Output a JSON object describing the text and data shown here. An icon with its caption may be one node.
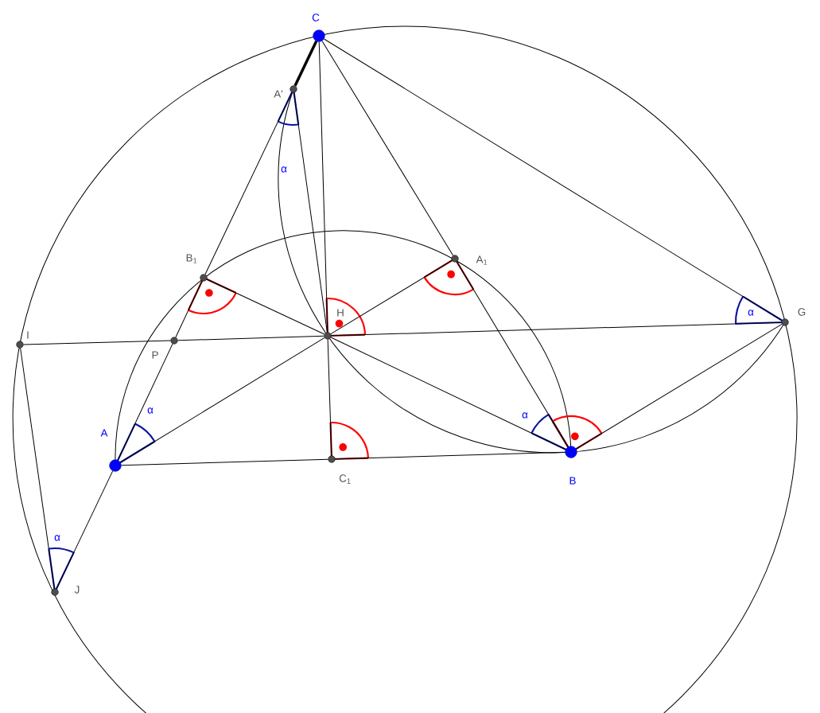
{
  "diagram": {
    "nodes": [
      {
        "text": [],
        "shape": "circle",
        "beside": [
          "C"
        ]
      },
      {
        "text": [],
        "shape": "circle",
        "beside": [
          "A'"
        ]
      },
      {
        "text": [],
        "shape": "circle",
        "beside": [
          "A$_{1}$"
        ]
      },
      {
        "text": [],
        "shape": "circle",
        "beside": [
          "B$_{1}$"
        ]
      },
      {
        "text": [],
        "shape": "circle",
        "beside": [
          "G"
        ]
      },
      {
        "text": [],
        "shape": "circle",
        "beside": [
          "H"
        ]
      },
      {
        "text": [],
        "shape": "circle",
        "beside": [
          "P"
        ]
      },
      {
        "text": [],
        "shape": "circle",
        "beside": [
          "I"
        ]
      },
      {
        "text": [],
        "shape": "circle",
        "beside": [
          "C$_{1}$"
        ]
      },
      {
        "text": [],
        "shape": "circle",
        "beside": [
          "B"
        ]
      },
      {
        "text": [],
        "shape": "circle",
        "beside": [
          "A"
        ]
      },
      {
        "text": [],
        "shape": "circle",
        "beside": [
          "J"
        ]
      }
    ],
    "edges": [
      {
        "from": 0,
        "to": 1,
        "arrow": "none",
        "style": "thick"
      },
      {
        "from": 1,
        "to": 3,
        "arrow": "none"
      },
      {
        "from": 3,
        "to": 6,
        "arrow": "none"
      },
      {
        "from": 6,
        "to": 10,
        "arrow": "none"
      },
      {
        "from": 10,
        "to": 11,
        "arrow": "none"
      },
      {
        "from": 1,
        "to": 5,
        "arrow": "none"
      },
      {
        "from": 0,
        "to": 5,
        "arrow": "none"
      },
      {
        "from": 5,
        "to": 8,
        "arrow": "none"
      },
      {
        "from": 0,
        "to": 2,
        "arrow": "none"
      },
      {
        "from": 2,
        "to": 9,
        "arrow": "none"
      },
      {
        "from": 0,
        "to": 4,
        "arrow": "none"
      },
      {
        "from": 7,
        "to": 6,
        "arrow": "none"
      },
      {
        "from": 6,
        "to": 5,
        "arrow": "none"
      },
      {
        "from": 5,
        "to": 4,
        "arrow": "none"
      },
      {
        "from": 7,
        "to": 11,
        "arrow": "none"
      },
      {
        "from": 10,
        "to": 8,
        "arrow": "none"
      },
      {
        "from": 8,
        "to": 9,
        "arrow": "none"
      },
      {
        "from": 10,
        "to": 5,
        "arrow": "none"
      },
      {
        "from": 5,
        "to": 2,
        "arrow": "none"
      },
      {
        "from": 3,
        "to": 5,
        "arrow": "none"
      },
      {
        "from": 5,
        "to": 9,
        "arrow": "none"
      },
      {
        "from": 9,
        "to": 4,
        "arrow": "none"
      }
    ],
    "labels": [
      "α",
      "α",
      "α",
      "α",
      "α"
    ]
  }
}
